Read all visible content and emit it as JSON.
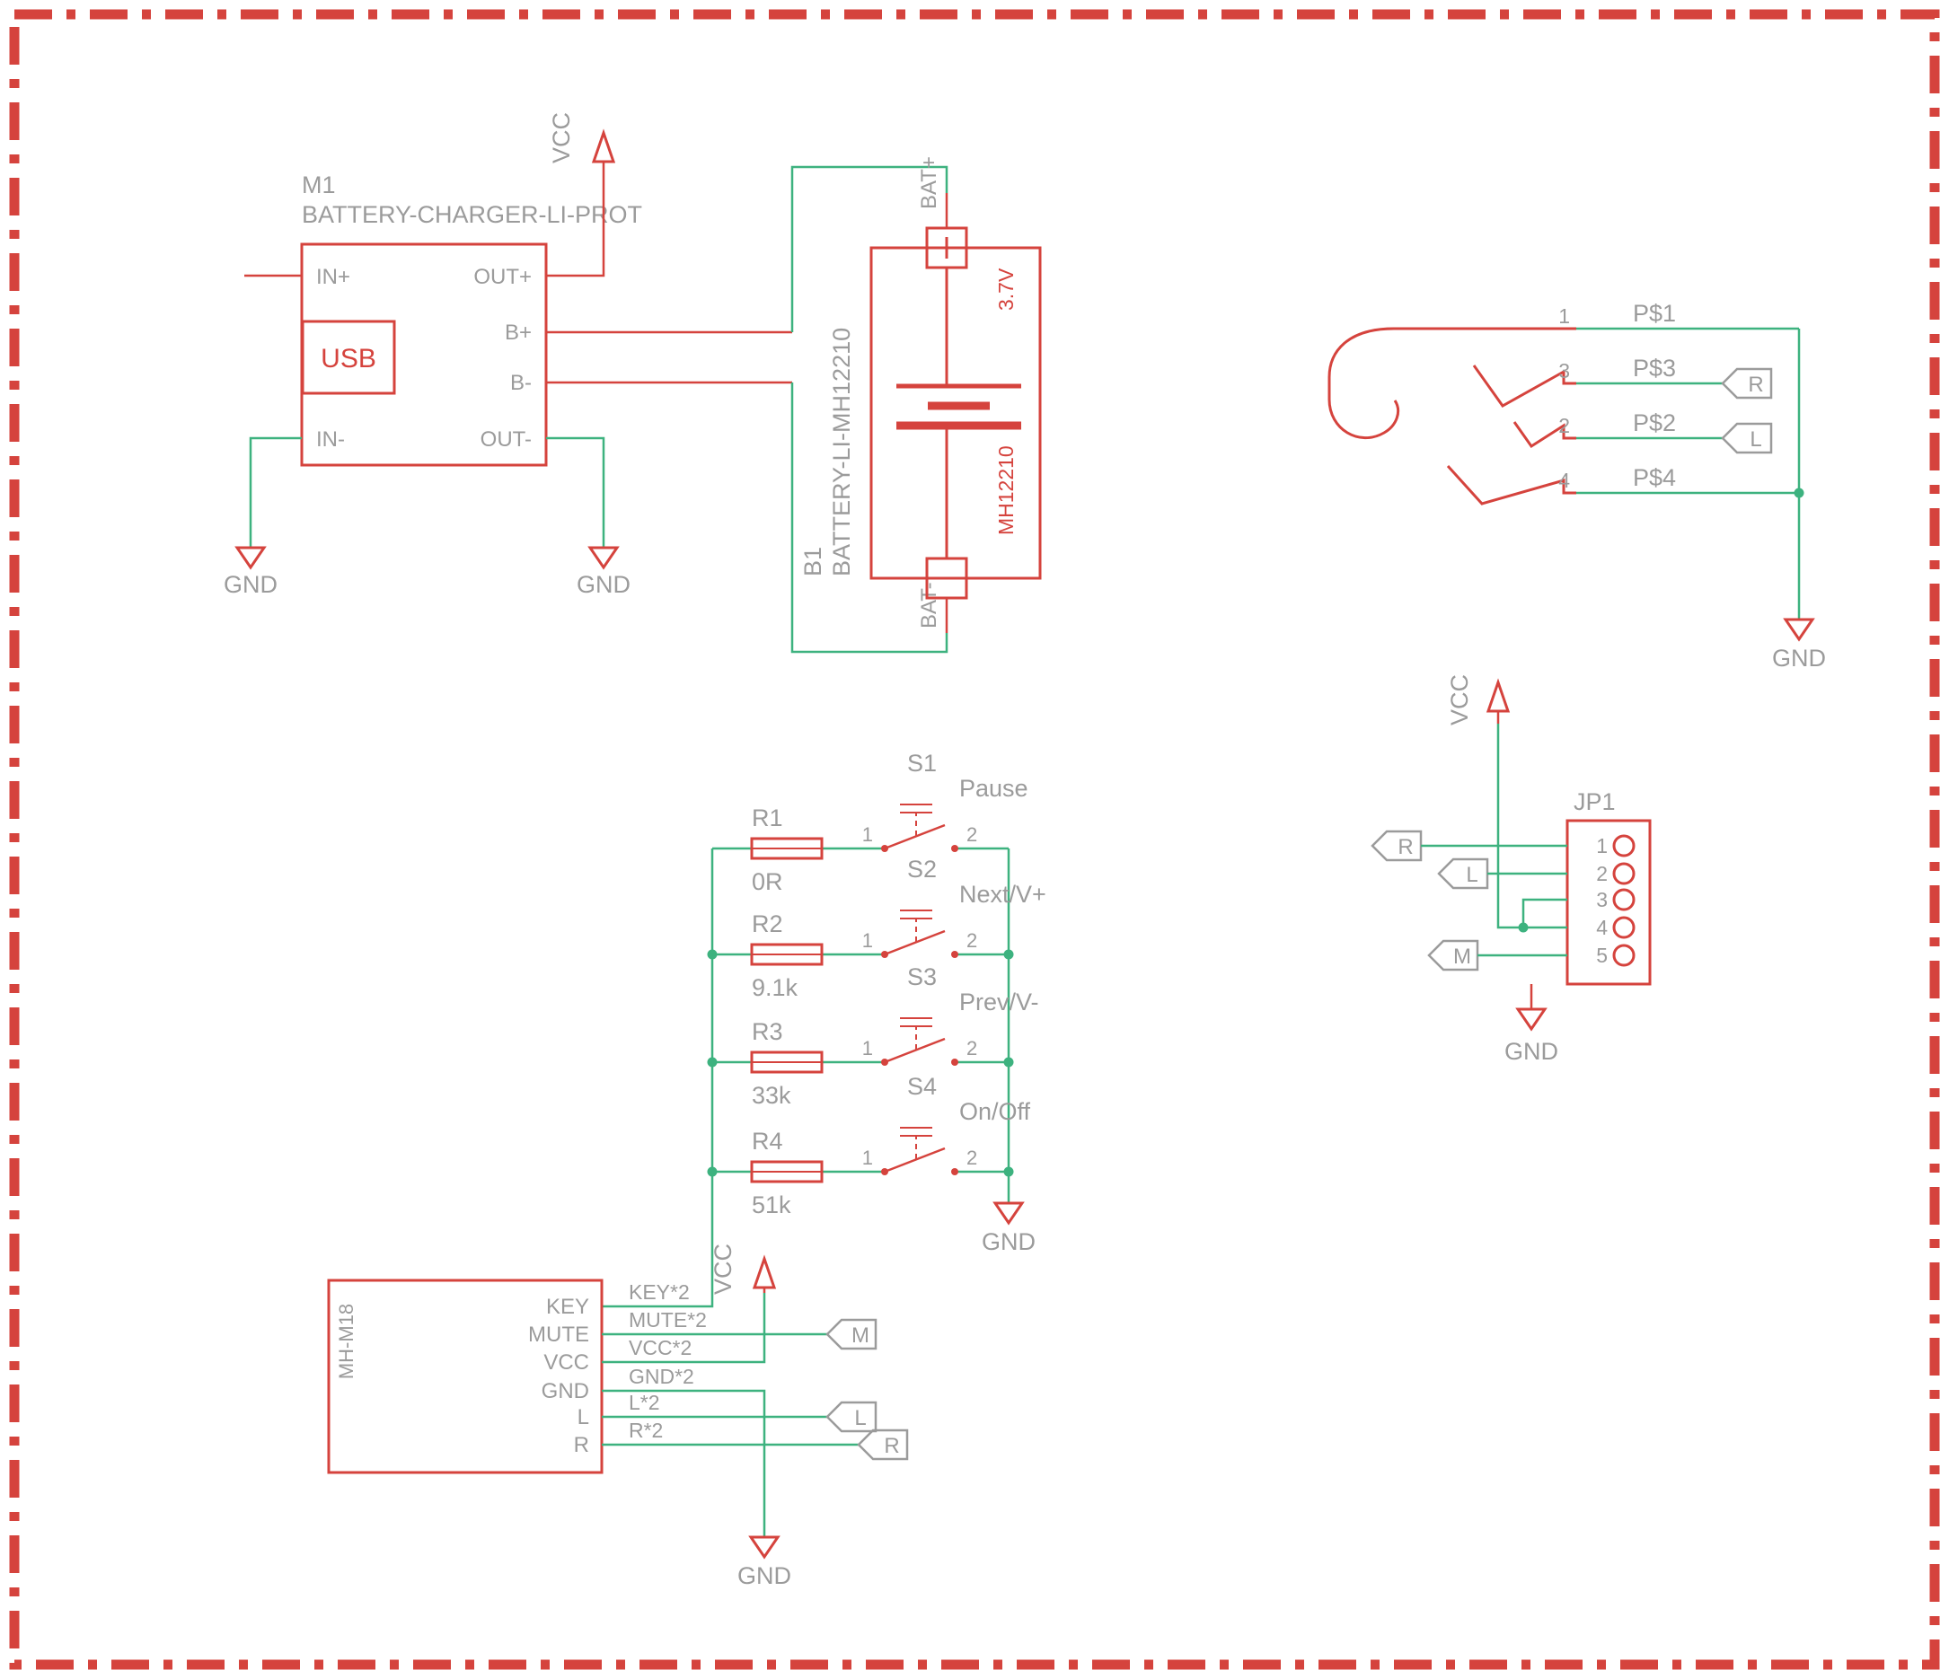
{
  "colors": {
    "red": "#d5433d",
    "green": "#3db27f",
    "gray": "#9b9b9b"
  },
  "power": {
    "vcc": "VCC",
    "gnd": "GND"
  },
  "charger": {
    "ref": "M1",
    "value": "BATTERY-CHARGER-LI-PROT",
    "usb_label": "USB",
    "pin_in_plus": "IN+",
    "pin_out_plus": "OUT+",
    "pin_b_plus": "B+",
    "pin_b_minus": "B-",
    "pin_in_minus": "IN-",
    "pin_out_minus": "OUT-"
  },
  "battery": {
    "ref": "B1",
    "value": "BATTERY-LI-MH12210",
    "pin_bat_plus": "BAT+",
    "pin_bat_minus": "BAT-",
    "voltage": "3.7V",
    "model": "MH12210"
  },
  "jack": {
    "pins": [
      {
        "num": "1",
        "net": "P$1"
      },
      {
        "num": "3",
        "net": "P$3"
      },
      {
        "num": "2",
        "net": "P$2"
      },
      {
        "num": "4",
        "net": "P$4"
      }
    ],
    "tag_right": "R",
    "tag_left": "L"
  },
  "keys": {
    "rows": [
      {
        "res_ref": "R1",
        "res_val": "0R",
        "sw_ref": "S1",
        "sw_name": "Pause",
        "pin1": "1",
        "pin2": "2"
      },
      {
        "res_ref": "R2",
        "res_val": "9.1k",
        "sw_ref": "S2",
        "sw_name": "Next/V+",
        "pin1": "1",
        "pin2": "2"
      },
      {
        "res_ref": "R3",
        "res_val": "33k",
        "sw_ref": "S3",
        "sw_name": "Prev/V-",
        "pin1": "1",
        "pin2": "2"
      },
      {
        "res_ref": "R4",
        "res_val": "51k",
        "sw_ref": "S4",
        "sw_name": "On/Off",
        "pin1": "1",
        "pin2": "2"
      }
    ]
  },
  "module": {
    "ref": "MH-M18",
    "pins": [
      "KEY",
      "MUTE",
      "VCC",
      "GND",
      "L",
      "R"
    ],
    "nets": [
      "KEY*2",
      "MUTE*2",
      "VCC*2",
      "GND*2",
      "L*2",
      "R*2"
    ],
    "tag_m": "M",
    "tag_l": "L",
    "tag_r": "R"
  },
  "jp1": {
    "ref": "JP1",
    "pins": [
      "1",
      "2",
      "3",
      "4",
      "5"
    ],
    "tag_r": "R",
    "tag_l": "L",
    "tag_m": "M"
  }
}
